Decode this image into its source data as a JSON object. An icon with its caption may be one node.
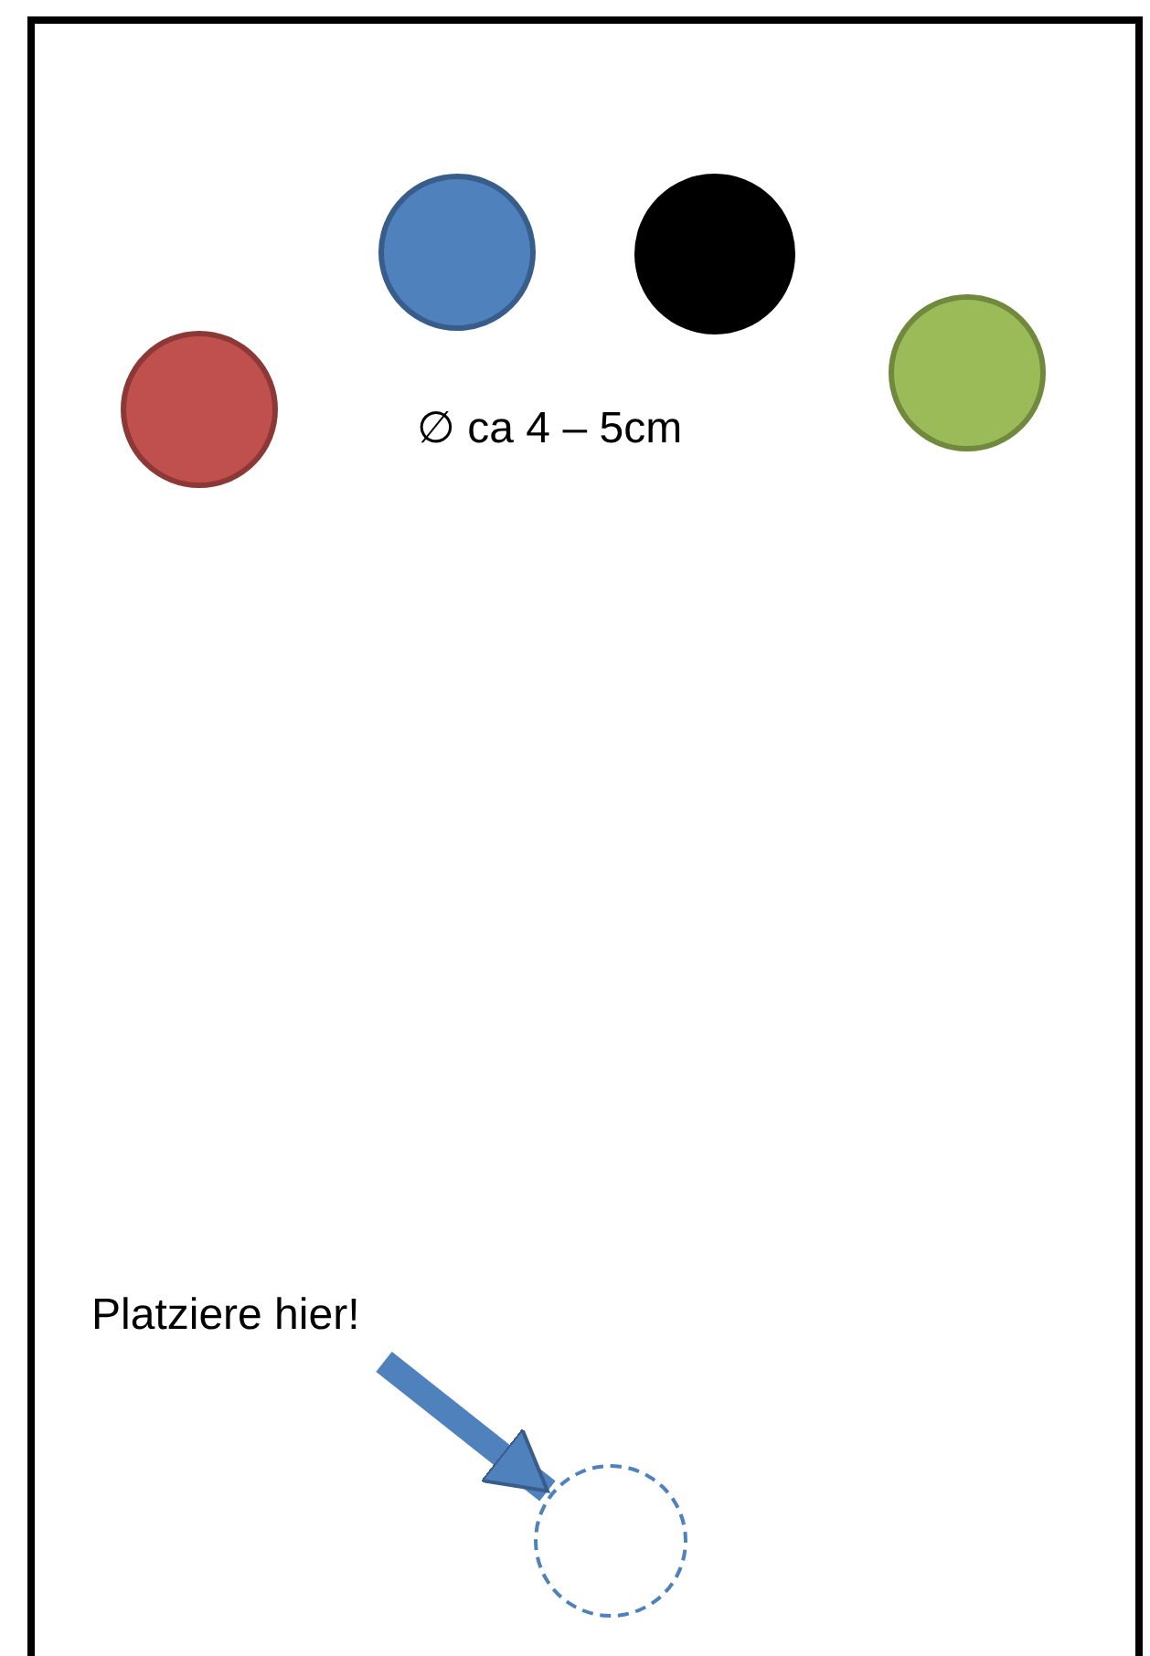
{
  "diagram": {
    "nodes": [
      {
        "text": [],
        "shape": "circle"
      },
      {
        "text": [],
        "shape": "circle"
      },
      {
        "text": [],
        "shape": "circle"
      },
      {
        "text": [],
        "shape": "circle"
      },
      {
        "text": [
          "Platziere hier!"
        ]
      },
      {
        "text": [],
        "shape": "circle"
      }
    ],
    "edges": [
      {
        "from": 4,
        "to": 5,
        "arrow": "to"
      }
    ],
    "labels": [
      "∅ ca 4 – 5cm"
    ]
  }
}
